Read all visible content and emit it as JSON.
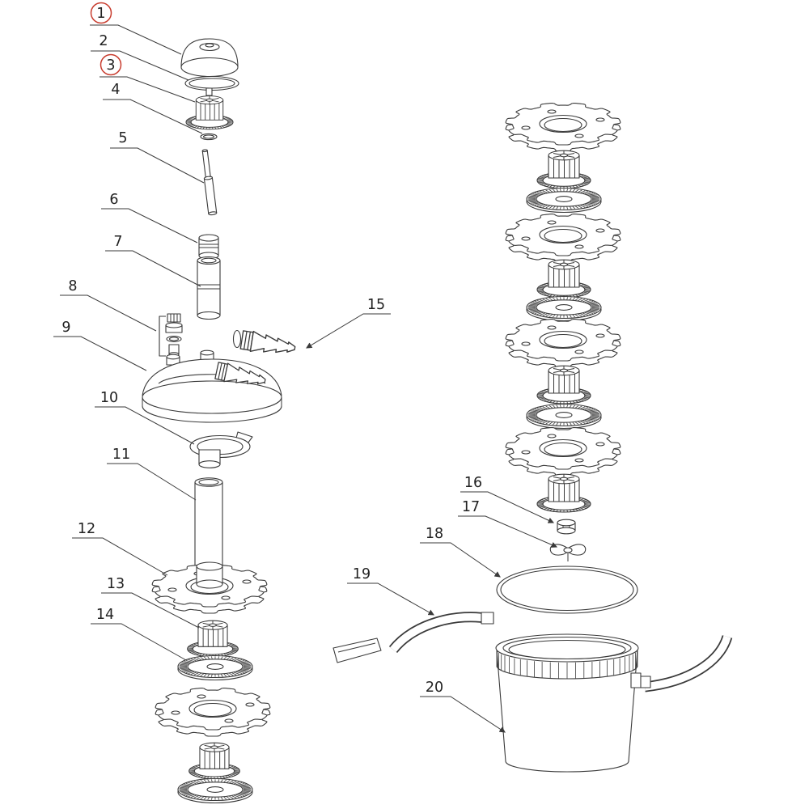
{
  "diagram": {
    "kind": "exploded-parts-diagram"
  },
  "colors": {
    "accent_red": "#c83c2e",
    "line": "#3a3a3a",
    "background": "#ffffff"
  },
  "parts": [
    {
      "number": "1",
      "circled": true
    },
    {
      "number": "2",
      "circled": false
    },
    {
      "number": "3",
      "circled": true
    },
    {
      "number": "4",
      "circled": false
    },
    {
      "number": "5",
      "circled": false
    },
    {
      "number": "6",
      "circled": false
    },
    {
      "number": "7",
      "circled": false
    },
    {
      "number": "8",
      "circled": false
    },
    {
      "number": "9",
      "circled": false
    },
    {
      "number": "10",
      "circled": false
    },
    {
      "number": "11",
      "circled": false
    },
    {
      "number": "12",
      "circled": false
    },
    {
      "number": "13",
      "circled": false
    },
    {
      "number": "14",
      "circled": false
    },
    {
      "number": "15",
      "circled": false
    },
    {
      "number": "16",
      "circled": false
    },
    {
      "number": "17",
      "circled": false
    },
    {
      "number": "18",
      "circled": false
    },
    {
      "number": "19",
      "circled": false
    },
    {
      "number": "20",
      "circled": false
    }
  ]
}
